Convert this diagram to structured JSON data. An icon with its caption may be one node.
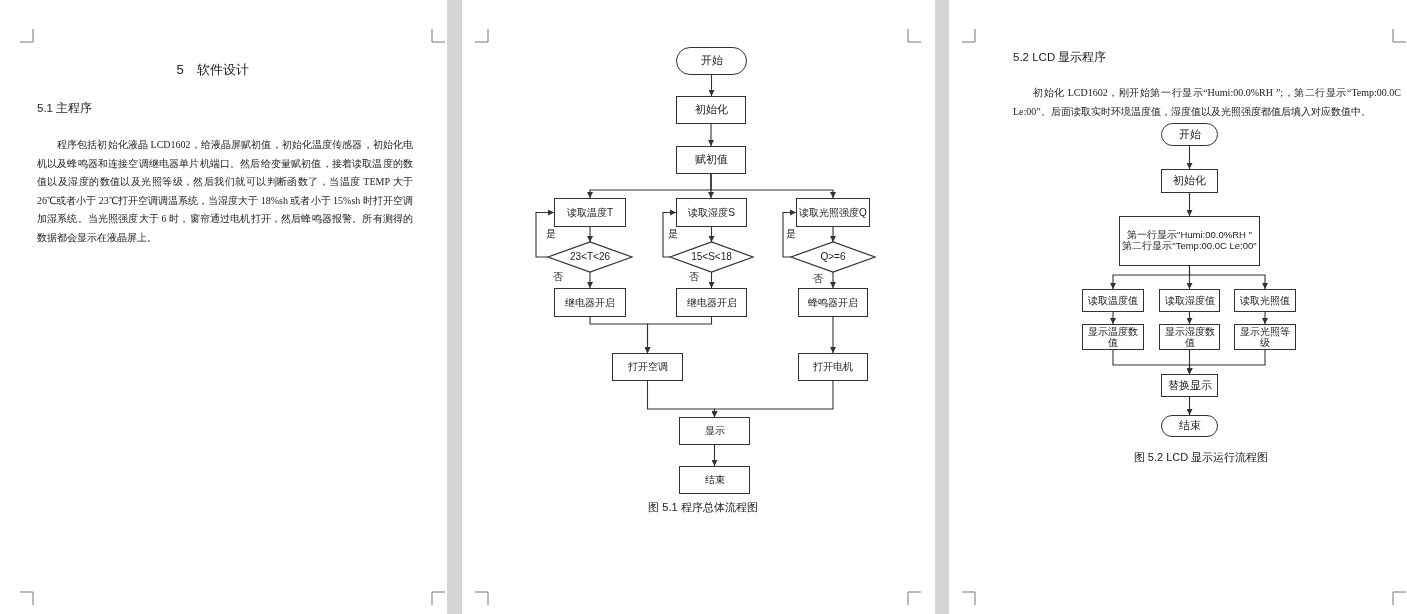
{
  "diagram": {
    "title": "5 软件设计",
    "nodes": [
      {
        "text": [
          "开始"
        ]
      },
      {
        "text": [
          "初始化"
        ]
      },
      {
        "text": [
          "赋初值"
        ]
      },
      {
        "text": [
          "读取温度T"
        ]
      },
      {
        "text": [
          "读取湿度S"
        ]
      },
      {
        "text": [
          "读取光照强度Q"
        ]
      },
      {
        "text": [
          "23<T<26"
        ]
      },
      {
        "text": [
          "15<S<18"
        ]
      },
      {
        "text": [
          "Q>=6"
        ]
      },
      {
        "text": [
          "继电器开启"
        ]
      },
      {
        "text": [
          "继电器开启"
        ]
      },
      {
        "text": [
          "蜂鸣器开启"
        ]
      },
      {
        "text": [
          "打开空调"
        ]
      },
      {
        "text": [
          "打开电机"
        ]
      },
      {
        "text": [
          "显示"
        ]
      },
      {
        "text": [
          "结束"
        ]
      },
      {
        "text": [
          "开始"
        ]
      },
      {
        "text": [
          "初始化"
        ]
      },
      {
        "text": [
          "第一行显示\"Humi:00.0%RH \"",
          "第二行显示\"Temp:00.0C Le:00\""
        ]
      },
      {
        "text": [
          "读取温度值"
        ]
      },
      {
        "text": [
          "读取湿度值"
        ]
      },
      {
        "text": [
          "读取光照值"
        ]
      },
      {
        "text": [
          "显示温度数值"
        ]
      },
      {
        "text": [
          "显示湿度数值"
        ]
      },
      {
        "text": [
          "显示光照等级"
        ]
      },
      {
        "text": [
          "替换显示"
        ]
      },
      {
        "text": [
          "结束"
        ]
      }
    ],
    "edges": [
      {
        "from": 0,
        "to": 1,
        "arrow": "to"
      },
      {
        "from": 1,
        "to": 2,
        "arrow": "to"
      },
      {
        "from": 2,
        "to": 3,
        "arrow": "to"
      },
      {
        "from": 2,
        "to": 4,
        "arrow": "to"
      },
      {
        "from": 2,
        "to": 5,
        "arrow": "to"
      },
      {
        "from": 3,
        "to": 6,
        "arrow": "to"
      },
      {
        "from": 6,
        "to": 3,
        "arrow": "to",
        "label": "是"
      },
      {
        "from": 6,
        "to": 9,
        "arrow": "to",
        "label": "否"
      },
      {
        "from": 4,
        "to": 7,
        "arrow": "to"
      },
      {
        "from": 7,
        "to": 4,
        "arrow": "to",
        "label": "是"
      },
      {
        "from": 7,
        "to": 10,
        "arrow": "to",
        "label": "否"
      },
      {
        "from": 5,
        "to": 8,
        "arrow": "to"
      },
      {
        "from": 8,
        "to": 5,
        "arrow": "to",
        "label": "是"
      },
      {
        "from": 8,
        "to": 11,
        "arrow": "to",
        "label": "否"
      },
      {
        "from": 9,
        "to": 12,
        "arrow": "to"
      },
      {
        "from": 10,
        "to": 12,
        "arrow": "to"
      },
      {
        "from": 11,
        "to": 13,
        "arrow": "to"
      },
      {
        "from": 12,
        "to": 14,
        "arrow": "to"
      },
      {
        "from": 13,
        "to": 14,
        "arrow": "to"
      },
      {
        "from": 14,
        "to": 15,
        "arrow": "to"
      },
      {
        "from": 16,
        "to": 17,
        "arrow": "to"
      },
      {
        "from": 17,
        "to": 18,
        "arrow": "to"
      },
      {
        "from": 18,
        "to": 19,
        "arrow": "to"
      },
      {
        "from": 18,
        "to": 20,
        "arrow": "to"
      },
      {
        "from": 18,
        "to": 21,
        "arrow": "to"
      },
      {
        "from": 19,
        "to": 22,
        "arrow": "to"
      },
      {
        "from": 20,
        "to": 23,
        "arrow": "to"
      },
      {
        "from": 21,
        "to": 24,
        "arrow": "to"
      },
      {
        "from": 22,
        "to": 25,
        "arrow": "to"
      },
      {
        "from": 23,
        "to": 25,
        "arrow": "to"
      },
      {
        "from": 24,
        "to": 25,
        "arrow": "to"
      },
      {
        "from": 25,
        "to": 26,
        "arrow": "to"
      }
    ],
    "labels": [
      "5.1 主程序",
      "程序包括初始化液晶 LCD1602，给液晶屏赋初值，初始化温度传感器，初始化电机以及蜂鸣器和连接空调继电器单片机端口。然后给变量赋初值，接着读取温度的数值以及湿度的数值以及光照等级，然后我们就可以判断函数了，当温度 TEMP 大于 26℃或者小于 23℃打开空调调温系统，当湿度大于 18%sh 或者小于 15%sh 时打开空调加湿系统。当光照强度大于 6 时，窗帘通过电机打开，然后蜂鸣器报警。所有测得的数据都会显示在液晶屏上。",
      "图 5.1 程序总体流程图",
      "5.2 LCD 显示程序",
      "初始化 LCD1602，刚开始第一行显示“Humi:00.0%RH ”;，第二行显示“Temp:00.0C Le:00”。后面读取实时环境温度值，湿度值以及光照强度都值后填入对应数值中。",
      "图 5.2 LCD 显示运行流程图"
    ]
  }
}
